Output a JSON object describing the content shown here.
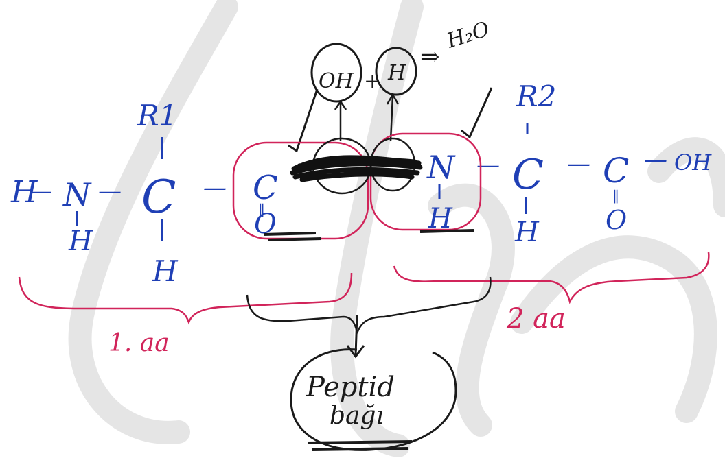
{
  "colors": {
    "formula": "#1f3fb5",
    "annotation": "#d1245a",
    "pen": "#1a1a1a",
    "watermark": "#cfcfcf"
  },
  "water_reaction": {
    "oh": "OH",
    "plus": "+",
    "h": "H",
    "arrow": "⇒",
    "product": "H₂O"
  },
  "amino_acid_1": {
    "h_left": "H",
    "dash1": "—",
    "n": "N",
    "dash2": "—",
    "h_under_n": "H",
    "c_alpha": "C",
    "r_group": "R1",
    "h_under_c": "H",
    "dash3": "—",
    "c_carbonyl": "C",
    "o": "O",
    "double_bond": "‖",
    "label": "1. aa"
  },
  "amino_acid_2": {
    "n": "N",
    "h_under_n": "H",
    "dash1": "—",
    "c_alpha": "C",
    "r_group": "R2",
    "h_under_c": "H",
    "dash2": "—",
    "c_carboxyl": "C",
    "dash3": "—",
    "oh": "OH",
    "o": "O",
    "double_bond": "‖",
    "label": "2 aa"
  },
  "bond": {
    "label_line1": "Peptid",
    "label_line2": "bağı"
  }
}
